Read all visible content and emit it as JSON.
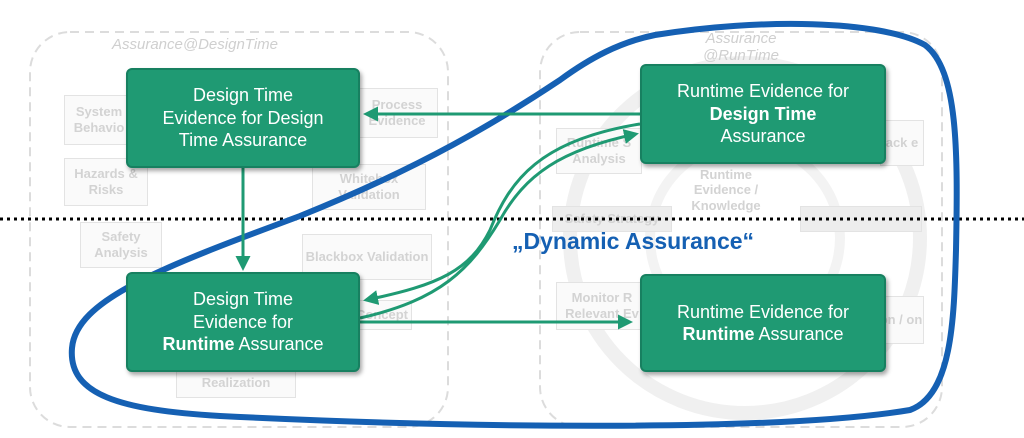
{
  "background": {
    "design_time_label": "Assurance@DesignTime",
    "runtime_label_line1": "Assurance",
    "runtime_label_line2": "@RunTime",
    "faded_boxes": [
      {
        "id": "system-behavior",
        "text": "System Behavio"
      },
      {
        "id": "hazards-risks",
        "text": "Hazards & Risks"
      },
      {
        "id": "safety-analysis",
        "text": "Safety Analysis"
      },
      {
        "id": "process-evidence",
        "text": "Process Evidence"
      },
      {
        "id": "whitebox-validation",
        "text": "Whitebox Validation"
      },
      {
        "id": "blackbox-validation",
        "text": "Blackbox Validation"
      },
      {
        "id": "concept",
        "text": "Concept"
      },
      {
        "id": "realization",
        "text": "Realization"
      },
      {
        "id": "runtime-safety-analysis",
        "text": "Runtime S Analysis"
      },
      {
        "id": "runtime-evidence-knowledge",
        "text": "Runtime Evidence / Knowledge"
      },
      {
        "id": "feedback",
        "text": "ack e"
      },
      {
        "id": "safety-strategy",
        "text": "Safety Strategy"
      },
      {
        "id": "monitor-relevant",
        "text": "Monitor R Relevant Ev"
      },
      {
        "id": "adaptation",
        "text": "on / on"
      }
    ]
  },
  "boxes": {
    "dt_for_dt": {
      "line1": "Design Time",
      "line2": "Evidence for Design",
      "line3": "Time Assurance"
    },
    "rt_for_dt": {
      "line1": "Runtime Evidence for",
      "line2_bold": "Design Time",
      "line3": "Assurance"
    },
    "dt_for_rt": {
      "line1": "Design Time",
      "line2": "Evidence for",
      "line3_bold": "Runtime",
      "line3_rest": " Assurance"
    },
    "rt_for_rt": {
      "line1": "Runtime Evidence for",
      "line2_bold": "Runtime",
      "line2_rest": " Assurance"
    }
  },
  "dynamic_label": "„Dynamic Assurance“",
  "colors": {
    "box_fill": "#1f9a73",
    "arrow": "#1f9a73",
    "outline": "#1560b3",
    "divider": "#000000"
  }
}
